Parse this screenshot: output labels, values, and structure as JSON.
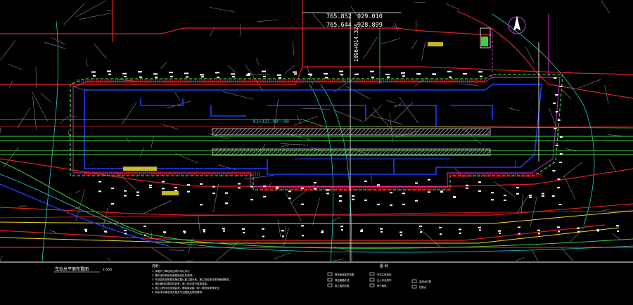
{
  "coords": {
    "top_left_a": "765.852",
    "top_left_b": "765.644",
    "top_right_a": "929.010",
    "top_right_b": "928.899",
    "vertical_label": "1096+914.324"
  },
  "track_label": "K1+337.90^-90",
  "notes": {
    "header": "说明：",
    "lines": [
      "1. 本图尺寸单位除注明外均以米计。",
      "2. 图中坐标系统及高程系统见总说明。",
      "3. 车站结构及附属设施位置以施工图为准，施工前应核对现场管线情况。",
      "4. 图中管线位置仅供参考，施工前应进行现场复核。",
      "5. 施工过程中应加强监测，确保周边建（构）筑物及管线安全。",
      "6. 其余未尽事宜详见相关专业图纸及规范要求。"
    ]
  },
  "title_block": {
    "drawing_title": "车站总平面布置图",
    "scale": "1:500"
  },
  "legend": {
    "title": "图  例",
    "col1": [
      "既有管线保护范围",
      "规划道路红线",
      "施工围挡范围"
    ],
    "col2": [
      "车站主体结构",
      "出入口及风亭",
      "地下管线"
    ],
    "col3": [
      "监测点位置",
      "控制点"
    ]
  },
  "colors": {
    "background": "#000000",
    "structure_blue": "#1f3cff",
    "track_green": "#3dd13d",
    "boundary_red": "#e02020",
    "utility_magenta": "#e030e0",
    "utility_cyan": "#20d0d0",
    "annotation_yellow": "#f0e020",
    "terrain_gray": "#9a9a9a"
  }
}
